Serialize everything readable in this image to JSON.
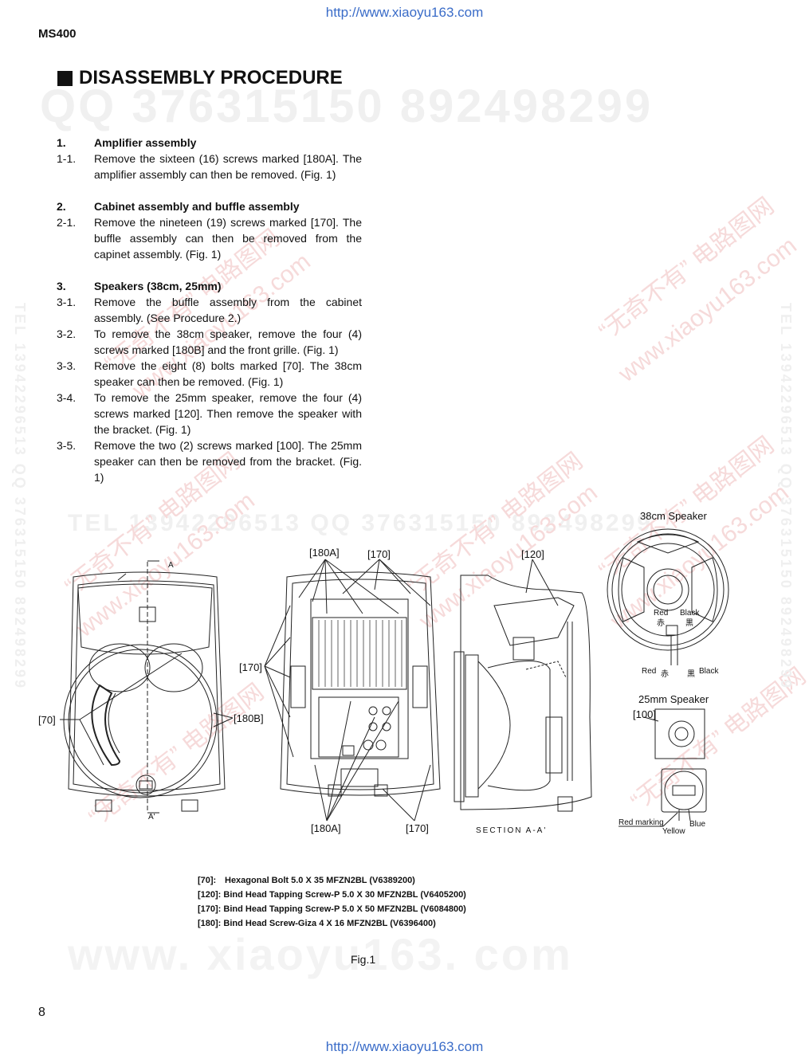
{
  "header": {
    "url_top": "http://www.xiaoyu163.com",
    "model": "MS400"
  },
  "title": "DISASSEMBLY PROCEDURE",
  "watermarks": {
    "qq_line": "QQ 376315150   892498299",
    "tel_line": "TEL 13942296513   QQ 376315150   892498299",
    "cn_text": "“无奇不有” 电路图网",
    "site": "www.xiaoyu163.com",
    "side_text": "TEL 13942296513  QQ 376315150  892498299",
    "bottom_site": "www. xiaoyu163. com"
  },
  "procedure": {
    "s1": {
      "num": "1.",
      "title": "Amplifier assembly",
      "steps": [
        {
          "num": "1-1.",
          "text": "Remove the sixteen (16) screws marked [180A]. The amplifier assembly can then be removed. (Fig. 1)"
        }
      ]
    },
    "s2": {
      "num": "2.",
      "title": "Cabinet assembly and buffle assembly",
      "steps": [
        {
          "num": "2-1.",
          "text": "Remove the nineteen (19) screws marked [170]. The buffle assembly can then be removed from the capinet assembly. (Fig. 1)"
        }
      ]
    },
    "s3": {
      "num": "3.",
      "title": "Speakers (38cm, 25mm)",
      "steps": [
        {
          "num": "3-1.",
          "text": "Remove the buffle assembly from the cabinet assembly. (See Procedure 2.)"
        },
        {
          "num": "3-2.",
          "text": "To remove the 38cm speaker, remove the four (4) screws marked [180B] and the front grille. (Fig. 1)"
        },
        {
          "num": "3-3.",
          "text": "Remove the eight (8) bolts marked [70]. The 38cm speaker can then be removed. (Fig. 1)"
        },
        {
          "num": "3-4.",
          "text": "To remove the 25mm speaker, remove the four (4) screws marked [120]. Then remove the speaker with the bracket. (Fig. 1)"
        },
        {
          "num": "3-5.",
          "text": "Remove the two (2) screws marked [100]. The 25mm speaker can then be removed from the bracket. (Fig. 1)"
        }
      ]
    }
  },
  "figure": {
    "labels": {
      "l70": "[70]",
      "l180b": "[180B]",
      "l180a_top": "[180A]",
      "l170_top": "[170]",
      "l170_left": "[170]",
      "l180a_bot": "[180A]",
      "l170_bot": "[170]",
      "l120": "[120]",
      "l100": "[100]",
      "a": "A",
      "a_prime": "A'",
      "section": "SECTION A-A'",
      "sp38": "38cm Speaker",
      "sp25": "25mm Speaker",
      "red": "Red",
      "black": "Black",
      "red_cn": "赤",
      "black_cn": "黒",
      "red2": "Red",
      "black2": "Black",
      "red_cn2": "赤",
      "black_cn2": "黒",
      "red_marking": "Red marking",
      "blue": "Blue",
      "yellow": "Yellow"
    },
    "parts": [
      {
        "code": "[70]:",
        "desc": "Hexagonal Bolt 5.0 X 35 MFZN2BL",
        "pn": "(V6389200)"
      },
      {
        "code": "[120]:",
        "desc": "Bind Head Tapping Screw-P 5.0 X 30 MFZN2BL",
        "pn": "(V6405200)"
      },
      {
        "code": "[170]:",
        "desc": "Bind Head Tapping Screw-P 5.0 X 50 MFZN2BL",
        "pn": "(V6084800)"
      },
      {
        "code": "[180]:",
        "desc": "Bind Head Screw-Giza 4 X 16 MFZN2BL",
        "pn": "(V6396400)"
      }
    ],
    "caption": "Fig.1"
  },
  "footer": {
    "page": "8",
    "url_bottom": "http://www.xiaoyu163.com"
  },
  "colors": {
    "url": "#3a6cc8",
    "watermark_red": "#f6dada",
    "watermark_gray": "#f0f0f0"
  }
}
